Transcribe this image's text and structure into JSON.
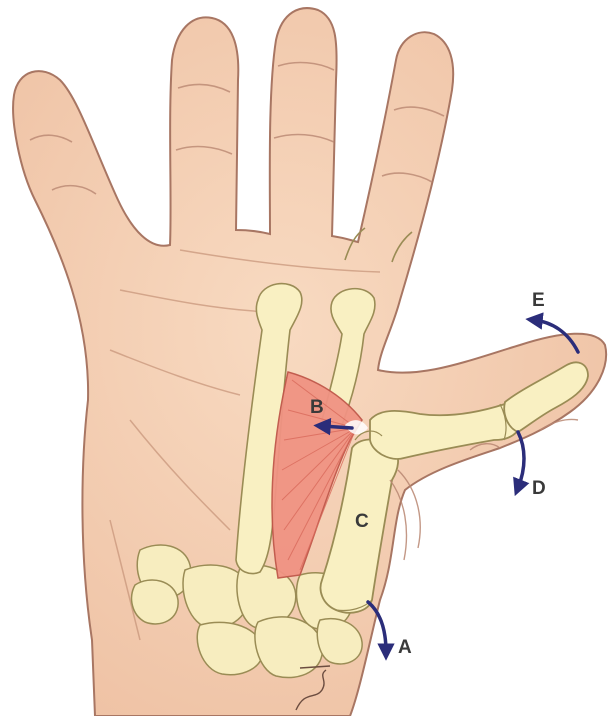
{
  "labels": {
    "a": "A",
    "b": "B",
    "c": "C",
    "d": "D",
    "e": "E"
  },
  "colors": {
    "skin": "#f6d2b5",
    "skin_shadow": "#e8b596",
    "outline": "#a87663",
    "bone": "#fbf3b6",
    "bone_outline": "#9a8c55",
    "muscle": "#f09383",
    "arrow": "#2b2d7a"
  }
}
